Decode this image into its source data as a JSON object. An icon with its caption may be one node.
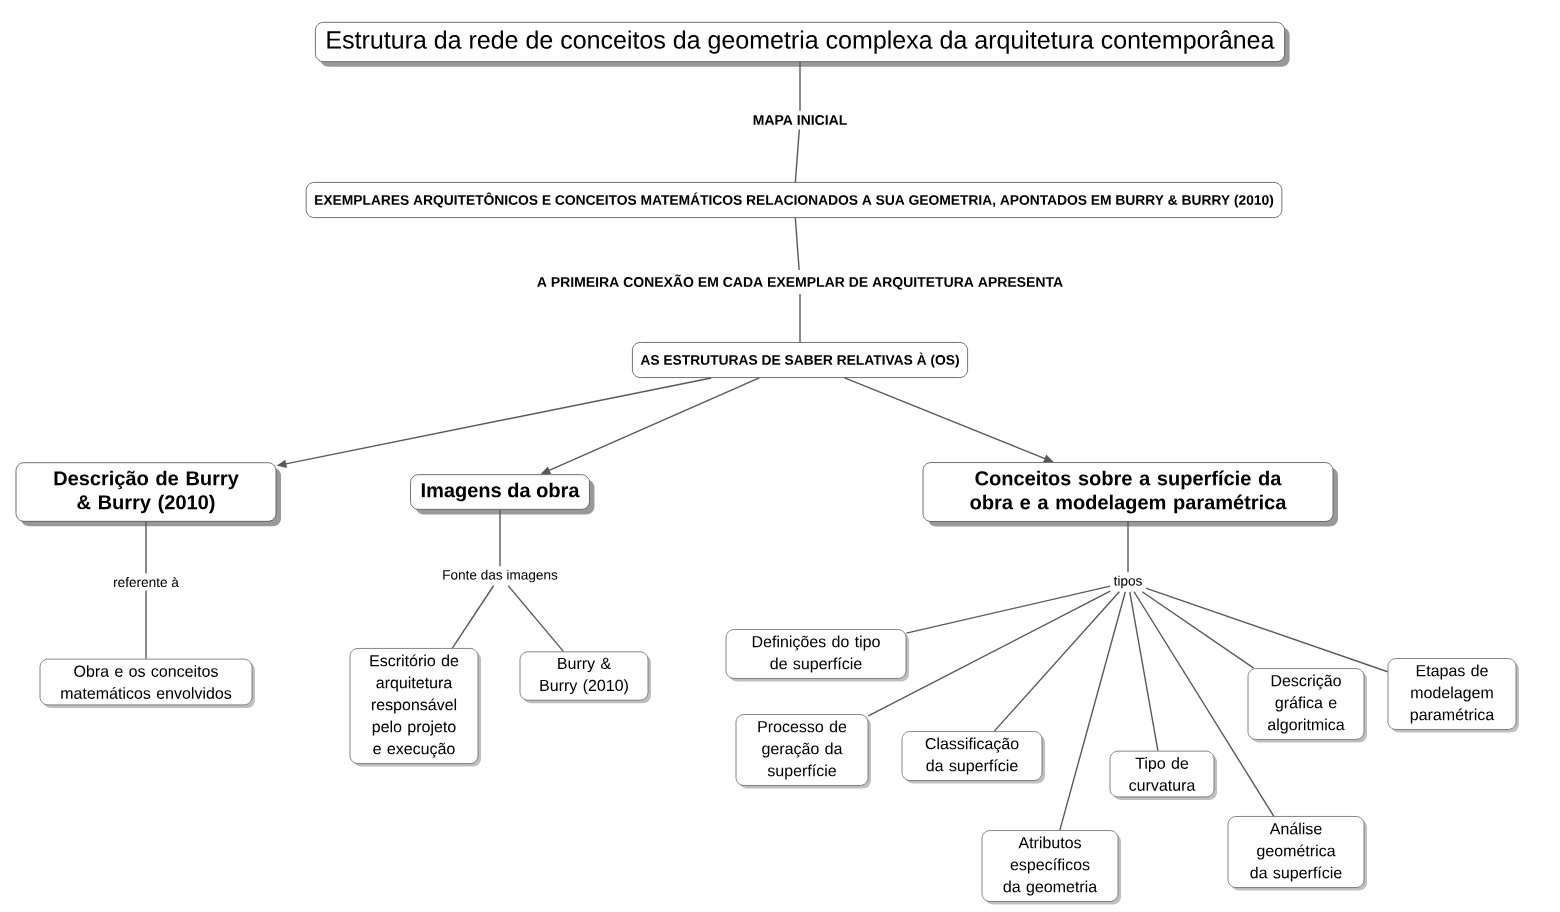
{
  "diagram": {
    "nodes": [
      {
        "text": [
          "Estrutura da rede de conceitos da geometria complexa da arquitetura contemporânea"
        ]
      },
      {
        "text": [
          "MAPA INICIAL"
        ]
      },
      {
        "text": [
          "EXEMPLARES ARQUITETÔNICOS E CONCEITOS MATEMÁTICOS RELACIONADOS A SUA GEOMETRIA, APONTADOS EM BURRY & BURRY (2010)"
        ]
      },
      {
        "text": [
          "A PRIMEIRA CONEXÃO EM CADA EXEMPLAR DE ARQUITETURA APRESENTA"
        ]
      },
      {
        "text": [
          "AS ESTRUTURAS DE SABER RELATIVAS À (OS)"
        ]
      },
      {
        "text": [
          "Descrição de Burry & Burry (2010)"
        ]
      },
      {
        "text": [
          "Imagens da obra"
        ]
      },
      {
        "text": [
          "Conceitos sobre a superfície da obra e a modelagem paramétrica"
        ]
      },
      {
        "text": [
          "referente à"
        ]
      },
      {
        "text": [
          "Obra e os conceitos matemáticos envolvidos"
        ]
      },
      {
        "text": [
          "Fonte das imagens"
        ]
      },
      {
        "text": [
          "Escritório de arquitetura responsável pelo projeto e execução"
        ]
      },
      {
        "text": [
          "Burry & Burry (2010)"
        ]
      },
      {
        "text": [
          "tipos"
        ]
      },
      {
        "text": [
          "Definições do tipo de superfície"
        ]
      },
      {
        "text": [
          "Processo de geração da superfície"
        ]
      },
      {
        "text": [
          "Classificação da superfície"
        ]
      },
      {
        "text": [
          "Atributos específicos da geometria"
        ]
      },
      {
        "text": [
          "Tipo de curvatura"
        ]
      },
      {
        "text": [
          "Análise geométrica da superfície"
        ]
      },
      {
        "text": [
          "Descrição gráfica e algoritmica"
        ]
      },
      {
        "text": [
          "Etapas de modelagem paramétrica"
        ]
      }
    ],
    "edges": [
      {
        "from": 0,
        "to": 1,
        "arrow": "none"
      },
      {
        "from": 1,
        "to": 2,
        "arrow": "none"
      },
      {
        "from": 2,
        "to": 3,
        "arrow": "none"
      },
      {
        "from": 3,
        "to": 4,
        "arrow": "none"
      },
      {
        "from": 4,
        "to": 5,
        "arrow": "to"
      },
      {
        "from": 4,
        "to": 6,
        "arrow": "to"
      },
      {
        "from": 4,
        "to": 7,
        "arrow": "to"
      },
      {
        "from": 5,
        "to": 8,
        "arrow": "none"
      },
      {
        "from": 8,
        "to": 9,
        "arrow": "none"
      },
      {
        "from": 6,
        "to": 10,
        "arrow": "none"
      },
      {
        "from": 10,
        "to": 11,
        "arrow": "none"
      },
      {
        "from": 10,
        "to": 12,
        "arrow": "none"
      },
      {
        "from": 7,
        "to": 13,
        "arrow": "none"
      },
      {
        "from": 13,
        "to": 14,
        "arrow": "none"
      },
      {
        "from": 13,
        "to": 15,
        "arrow": "none"
      },
      {
        "from": 13,
        "to": 16,
        "arrow": "none"
      },
      {
        "from": 13,
        "to": 17,
        "arrow": "none"
      },
      {
        "from": 13,
        "to": 18,
        "arrow": "none"
      },
      {
        "from": 13,
        "to": 19,
        "arrow": "none"
      },
      {
        "from": 13,
        "to": 20,
        "arrow": "none"
      },
      {
        "from": 13,
        "to": 21,
        "arrow": "none"
      }
    ]
  }
}
